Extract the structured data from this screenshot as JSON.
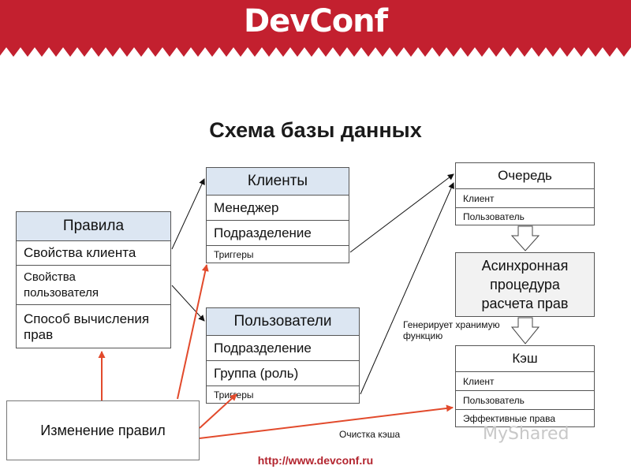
{
  "header": {
    "logo": "DevConf",
    "url": "http://www.devconf.ru"
  },
  "title": "Схема базы данных",
  "entities": {
    "rules": {
      "title": "Правила",
      "rows": [
        "Свойства клиента",
        "Свойства пользователя",
        "Способ вычисления прав"
      ]
    },
    "clients": {
      "title": "Клиенты",
      "rows": [
        "Менеджер",
        "Подразделение",
        "Триггеры"
      ]
    },
    "users": {
      "title": "Пользователи",
      "rows": [
        "Подразделение",
        "Группа (роль)",
        "Триггеры"
      ]
    },
    "queue": {
      "title": "Очередь",
      "rows": [
        "Клиент",
        "Пользователь"
      ]
    },
    "async": {
      "title": "Асинхронная процедура расчета прав"
    },
    "cache": {
      "title": "Кэш",
      "rows": [
        "Клиент",
        "Пользователь",
        "Эффективные права"
      ]
    },
    "change": {
      "title": "Изменение правил"
    }
  },
  "notes": {
    "generates": "Генерирует хранимую функцию",
    "cache_clear": "Очистка кэша"
  },
  "watermark": "MyShared",
  "colors": {
    "brand": "#c3202f",
    "arrow_red": "#e24a2c",
    "header_fill": "#dce6f2",
    "async_fill": "#f2f2f2"
  }
}
